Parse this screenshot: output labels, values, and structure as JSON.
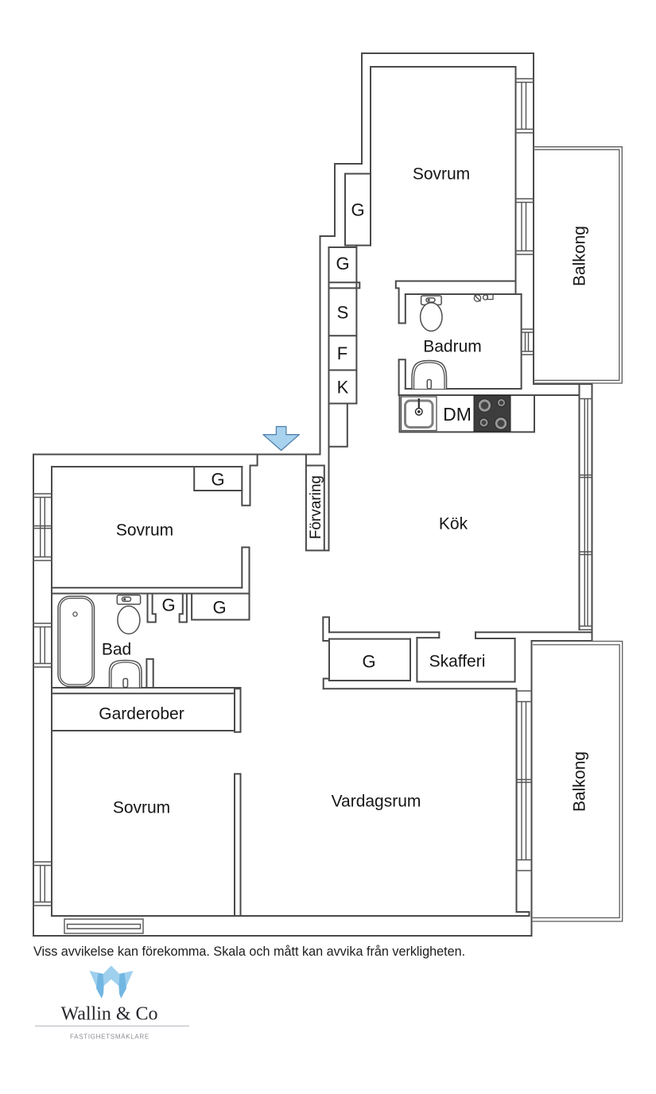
{
  "floorplan": {
    "rooms": {
      "sovrum_top": "Sovrum",
      "balkong_top": "Balkong",
      "badrum": "Badrum",
      "kok": "Kök",
      "forvaring": "Förvaring",
      "sovrum_mid": "Sovrum",
      "bad": "Bad",
      "garderober": "Garderober",
      "sovrum_bottom": "Sovrum",
      "vardagsrum": "Vardagsrum",
      "skafferi": "Skafferi",
      "balkong_bottom": "Balkong"
    },
    "closets": {
      "g_niche": "G",
      "g_upper": "G",
      "s": "S",
      "f": "F",
      "k": "K",
      "g_mid_sovrum": "G",
      "g_bad_1": "G",
      "g_bad_2": "G",
      "g_hall": "G"
    },
    "appliances": {
      "dishwasher": "DM"
    }
  },
  "footer": {
    "disclaimer": "Viss avvikelse kan förekomma. Skala och mått kan avvika från verkligheten.",
    "brand": "Wallin & Co",
    "tagline": "FASTIGHETSMÄKLARE"
  },
  "colors": {
    "wall": "#4a4a4a",
    "arrow_fill": "#a8d2ee",
    "arrow_stroke": "#4a7ca8",
    "logo_light": "#9fd0ee",
    "logo_dark": "#72b6e2",
    "stove_body": "#3d3d3d",
    "burner_ring": "#999999"
  }
}
